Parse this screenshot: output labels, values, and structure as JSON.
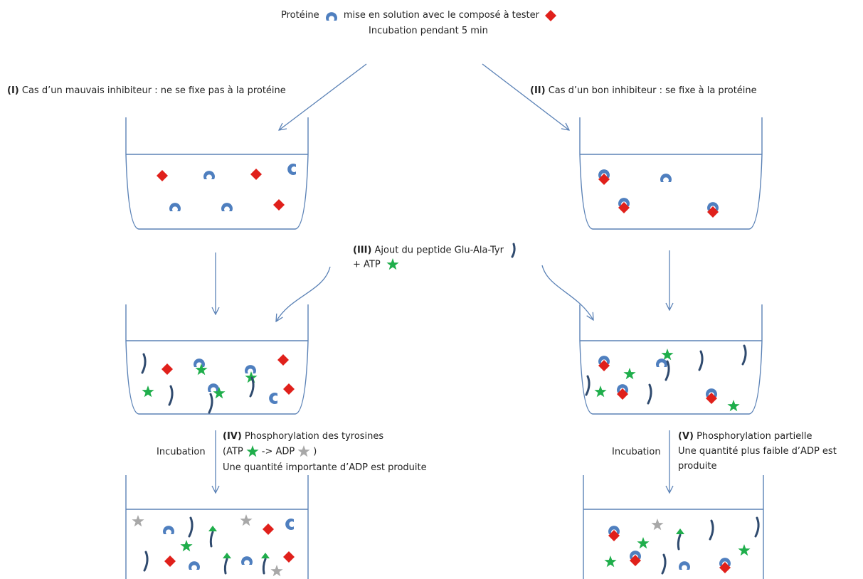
{
  "header": {
    "line1_a": "Protéine",
    "line1_b": "mise en solution avec le composé à tester",
    "line2": "Incubation pendant 5 min"
  },
  "case_i": {
    "num": "(I)",
    "text": " Cas d’un mauvais inhibiteur : ne se fixe pas  à la protéine"
  },
  "case_ii": {
    "num": "(II)",
    "text": " Cas d’un bon inhibiteur : se fixe à la protéine"
  },
  "step_iii": {
    "num": "(III)",
    "text": " Ajout du peptide Glu-Ala-Tyr",
    "line2": "+ ATP"
  },
  "step_iv": {
    "num": "(IV)",
    "text": " Phosphorylation des tyrosines",
    "line2_a": "(ATP",
    "line2_b": "-> ADP",
    "line2_c": ")",
    "line3": "Une quantité  importante  d’ADP est produite"
  },
  "step_v": {
    "num": "(V)",
    "text": " Phosphorylation partielle",
    "line2": "Une quantité  plus faible d’ADP est",
    "line3": "produite"
  },
  "incubation_left": "Incubation",
  "incubation_right": "Incubation",
  "colors": {
    "protein": "#4f7fbf",
    "compound": "#e0201b",
    "atp": "#1fae4b",
    "adp": "#a8a8a8",
    "peptide": "#2f4a6e",
    "line": "#5b82b6"
  },
  "icons": [
    "protein-icon",
    "compound-diamond-icon",
    "peptide-icon",
    "atp-star-icon",
    "adp-star-icon",
    "arrow-icon"
  ]
}
